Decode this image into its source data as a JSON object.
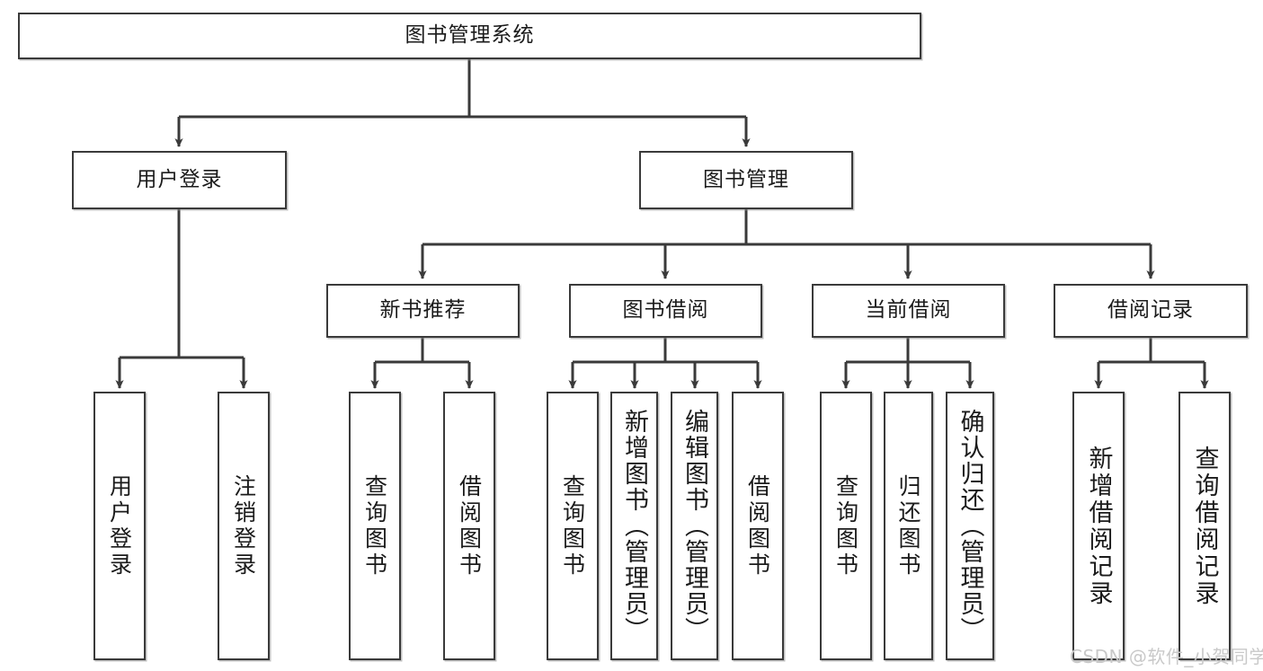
{
  "diagram": {
    "title": "图书管理系统",
    "type": "hierarchy-tree",
    "watermark": "CSDN @软件_小贺同学",
    "colors": {
      "box_border": "#3a3a3a",
      "box_fill": "#ffffff",
      "edge": "#3a3a3a",
      "text": "#1b1b1b",
      "watermark": "#c9c9c9",
      "background": "#ffffff"
    },
    "nodes": {
      "root": {
        "label": "图书管理系统"
      },
      "level2": [
        {
          "id": "user-login",
          "label": "用户登录"
        },
        {
          "id": "book-manage",
          "label": "图书管理"
        }
      ],
      "level3": [
        {
          "id": "new-book-rec",
          "label": "新书推荐"
        },
        {
          "id": "book-borrow",
          "label": "图书借阅"
        },
        {
          "id": "current-borrow",
          "label": "当前借阅"
        },
        {
          "id": "borrow-record",
          "label": "借阅记录"
        }
      ],
      "leaves": {
        "user-login": [
          {
            "id": "leaf-user-login",
            "label": "用户登录"
          },
          {
            "id": "leaf-user-logout",
            "label": "注销登录"
          }
        ],
        "new-book-rec": [
          {
            "id": "leaf-query-book-1",
            "label": "查询图书"
          },
          {
            "id": "leaf-borrow-book-1",
            "label": "借阅图书"
          }
        ],
        "book-borrow": [
          {
            "id": "leaf-query-book-2",
            "label": "查询图书"
          },
          {
            "id": "leaf-add-book",
            "label": "新增图书（管理员）"
          },
          {
            "id": "leaf-edit-book",
            "label": "编辑图书（管理员）"
          },
          {
            "id": "leaf-borrow-book-2",
            "label": "借阅图书"
          }
        ],
        "current-borrow": [
          {
            "id": "leaf-query-book-3",
            "label": "查询图书"
          },
          {
            "id": "leaf-return-book",
            "label": "归还图书"
          },
          {
            "id": "leaf-confirm-return",
            "label": "确认归还（管理员）"
          }
        ],
        "borrow-record": [
          {
            "id": "leaf-add-record",
            "label": "新增借阅记录"
          },
          {
            "id": "leaf-query-record",
            "label": "查询借阅记录"
          }
        ]
      }
    }
  }
}
